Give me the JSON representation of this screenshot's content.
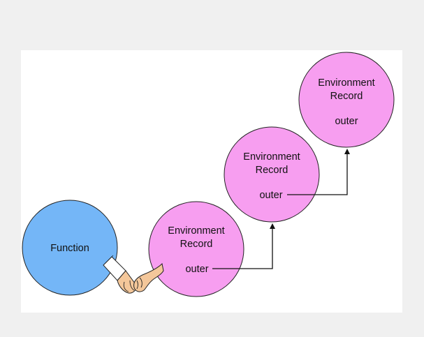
{
  "diagram": {
    "function_node": {
      "label": "Function"
    },
    "environment_records": [
      {
        "title_line1": "Environment",
        "title_line2": "Record",
        "outer_label": "outer"
      },
      {
        "title_line1": "Environment",
        "title_line2": "Record",
        "outer_label": "outer"
      },
      {
        "title_line1": "Environment",
        "title_line2": "Record",
        "outer_label": "outer"
      }
    ],
    "connector_icon": "holding-hands-icon",
    "colors": {
      "function_fill": "#74b6f7",
      "record_fill": "#f79ef0",
      "outline": "#222222",
      "background": "#ffffff",
      "outer_background": "#f0f0f0"
    }
  }
}
